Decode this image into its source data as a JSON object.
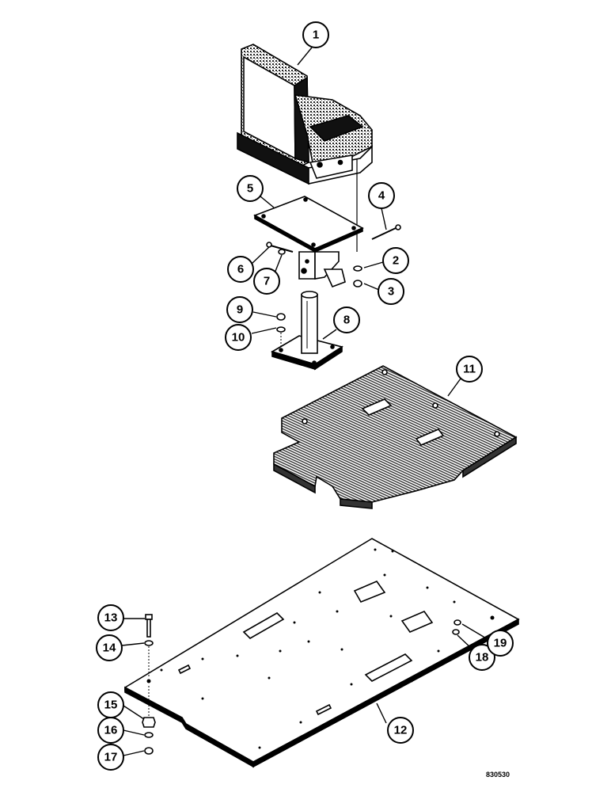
{
  "callouts": [
    "1",
    "2",
    "3",
    "4",
    "5",
    "6",
    "7",
    "8",
    "9",
    "10",
    "11",
    "12",
    "13",
    "14",
    "15",
    "16",
    "17",
    "18",
    "19"
  ],
  "drawing_ref": "830530",
  "colors": {
    "ink": "#000000",
    "paper": "#ffffff",
    "texture": "#555555"
  }
}
